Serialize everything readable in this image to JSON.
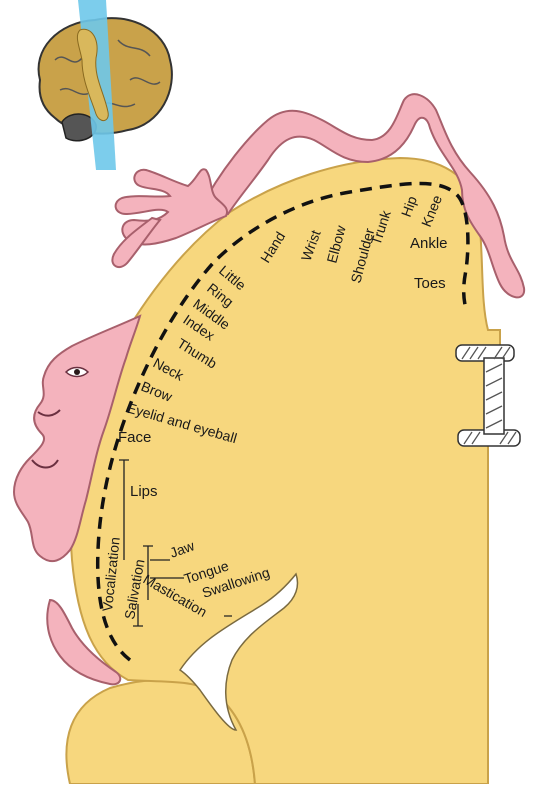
{
  "colors": {
    "cortex": "#f7d77e",
    "cortex_edge": "#c9a24a",
    "homunculus": "#f4b3bd",
    "homunculus_edge": "#a8606c",
    "brain_gray": "#e9e9e9",
    "highlight_blue": "#6ec8ea",
    "highlight_tan": "#d9b85c",
    "dash": "#111111"
  },
  "labels": {
    "hip": "Hip",
    "knee": "Knee",
    "trunk": "Trunk",
    "shoulder": "Shoulder",
    "elbow": "Elbow",
    "wrist": "Wrist",
    "hand": "Hand",
    "ankle": "Ankle",
    "toes": "Toes",
    "little": "Little",
    "ring": "Ring",
    "middle": "Middle",
    "index": "Index",
    "thumb": "Thumb",
    "neck": "Neck",
    "brow": "Brow",
    "eyelid": "Eyelid and eyeball",
    "face": "Face",
    "lips": "Lips",
    "vocalization": "Vocalization",
    "salivation": "Salivation",
    "jaw": "Jaw",
    "tongue": "Tongue",
    "swallowing": "Swallowing",
    "mastication": "Mastication"
  }
}
